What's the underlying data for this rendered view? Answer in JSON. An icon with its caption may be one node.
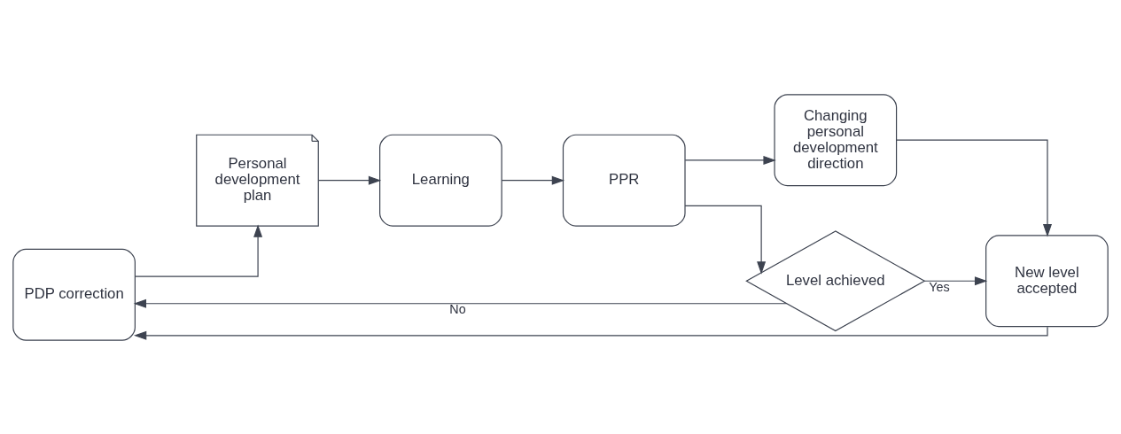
{
  "diagram": {
    "nodes": [
      {
        "text": [
          "PDP correction"
        ]
      },
      {
        "text": [
          "Personal development plan"
        ]
      },
      {
        "text": [
          "Learning"
        ]
      },
      {
        "text": [
          "PPR"
        ]
      },
      {
        "text": [
          "Level achieved"
        ]
      },
      {
        "text": [
          "New level accepted"
        ]
      },
      {
        "text": [
          "Changing personal development direction"
        ]
      }
    ],
    "edges": [
      {
        "from": 0,
        "to": 1,
        "arrow": "to"
      },
      {
        "from": 1,
        "to": 2,
        "arrow": "to"
      },
      {
        "from": 2,
        "to": 3,
        "arrow": "to"
      },
      {
        "from": 3,
        "to": 4,
        "arrow": "to"
      },
      {
        "from": 4,
        "to": 5,
        "arrow": "to",
        "label": "Yes"
      },
      {
        "from": 4,
        "to": 0,
        "arrow": "to",
        "label": "No"
      },
      {
        "from": 5,
        "to": 0,
        "arrow": "to"
      },
      {
        "from": 3,
        "to": 6,
        "arrow": "to"
      },
      {
        "from": 6,
        "to": 5,
        "arrow": "to"
      }
    ]
  }
}
